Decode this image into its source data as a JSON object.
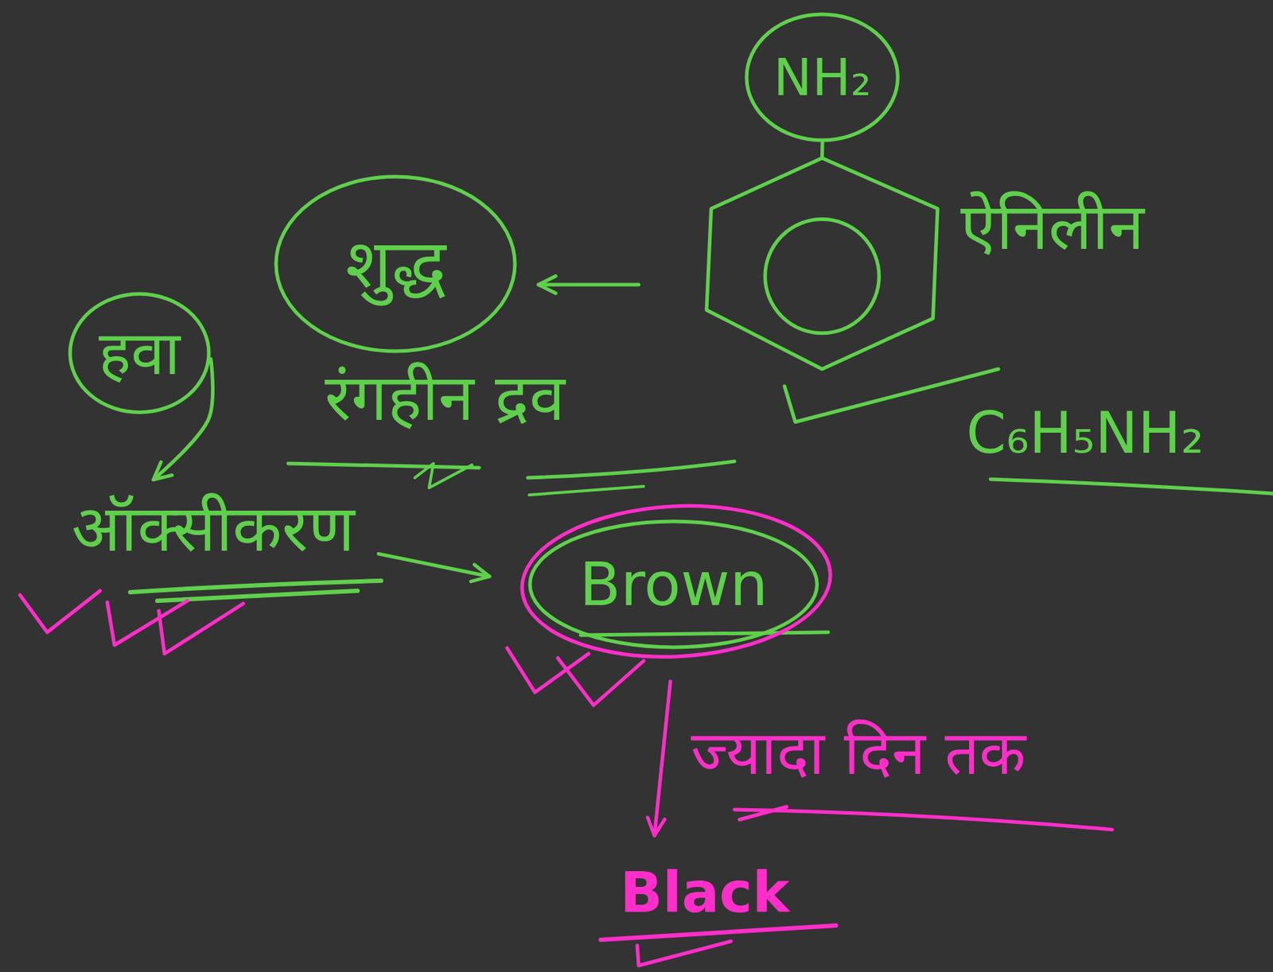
{
  "diagram": {
    "nodes": [
      {
        "text": [
          "NH₂"
        ]
      },
      {
        "text": [
          "ऐनिलीन"
        ]
      },
      {
        "text": [
          "शुद्ध"
        ]
      },
      {
        "text": [
          "हवा"
        ]
      },
      {
        "text": [
          "ऑक्सीकरण"
        ]
      },
      {
        "text": [
          "Brown"
        ]
      },
      {
        "text": [
          "Black"
        ]
      }
    ],
    "edges": [
      {
        "from": 0,
        "to": 1,
        "arrow": "none"
      },
      {
        "from": 1,
        "to": 2,
        "arrow": "to"
      },
      {
        "from": 3,
        "to": 4,
        "arrow": "to"
      },
      {
        "from": 4,
        "to": 5,
        "arrow": "to"
      },
      {
        "from": 5,
        "to": 6,
        "arrow": "to",
        "label": "ज्यादा दिन तक"
      }
    ],
    "labels": [
      "रंगहीन द्रव",
      "C₆H₅NH₂"
    ]
  }
}
